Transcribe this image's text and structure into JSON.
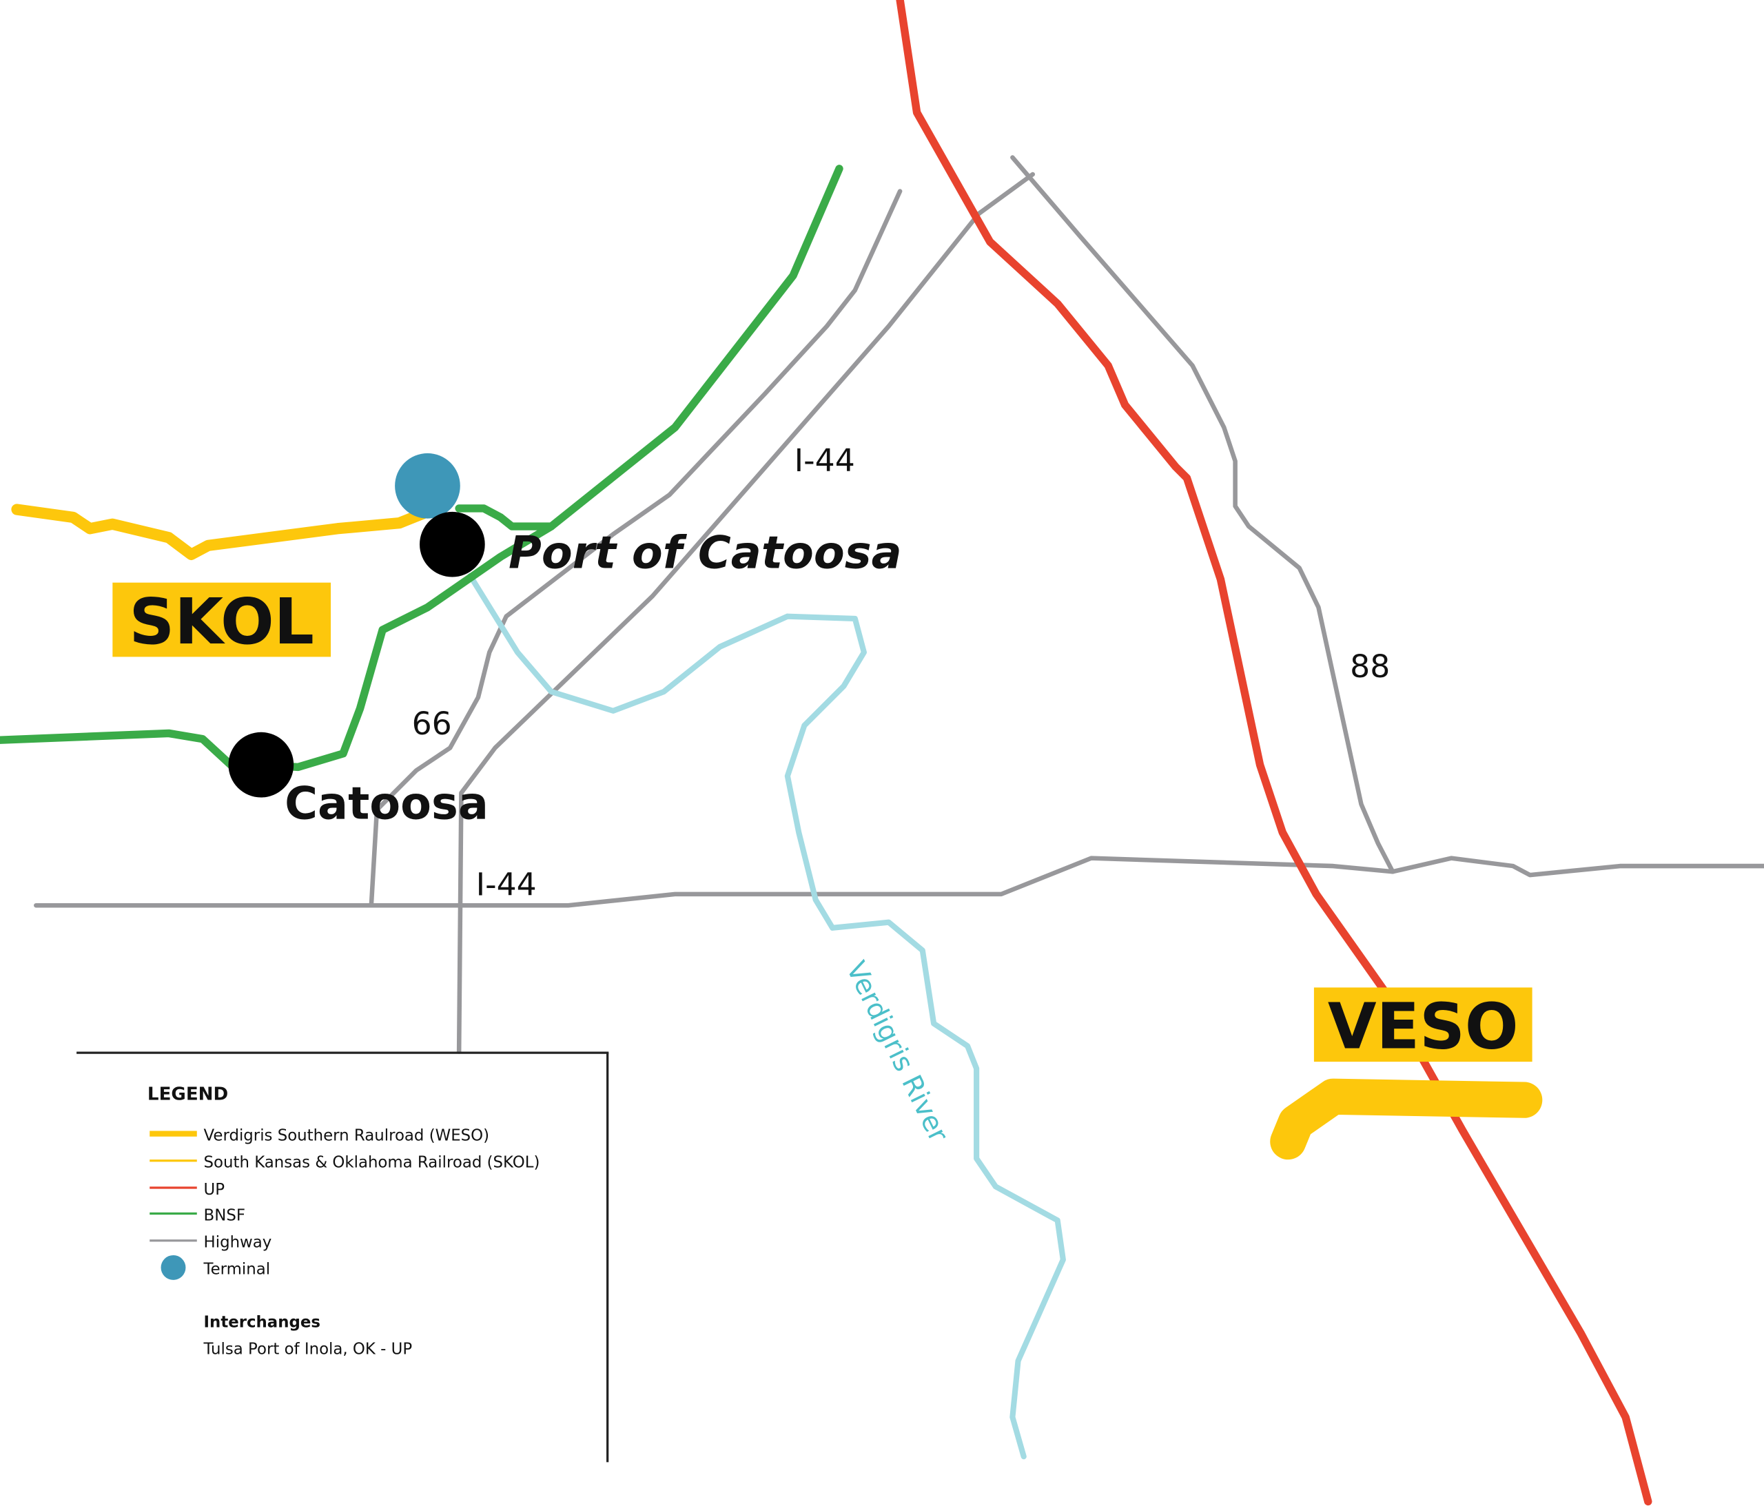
{
  "colors": {
    "weso": "#fdc70c",
    "skol": "#fdc70c",
    "up": "#e8432e",
    "bnsf": "#3aab48",
    "highway": "#98989b",
    "terminal": "#3e97b8",
    "river": "#a3dbe3",
    "river_label": "#4bbfc9"
  },
  "labels": {
    "skol": "SKOL",
    "veso": "VESO",
    "port_of_catoosa": "Port of Catoosa",
    "catoosa": "Catoosa",
    "i44_upper": "I-44",
    "i44_lower": "I-44",
    "route66": "66",
    "route88": "88",
    "river": "Verdigris River"
  },
  "legend": {
    "title": "LEGEND",
    "items": [
      {
        "label": "Verdigris Southern Raulroad (WESO)",
        "icon": "thick-yellow-line"
      },
      {
        "label": "South Kansas & Oklahoma Railroad (SKOL)",
        "icon": "thin-yellow-line"
      },
      {
        "label": "UP",
        "icon": "red-line"
      },
      {
        "label": "BNSF",
        "icon": "green-line"
      },
      {
        "label": "Highway",
        "icon": "gray-line"
      },
      {
        "label": "Terminal",
        "icon": "blue-dot"
      }
    ],
    "interchanges_title": "Interchanges",
    "interchanges": [
      "Tulsa Port of Inola, OK - UP"
    ]
  }
}
